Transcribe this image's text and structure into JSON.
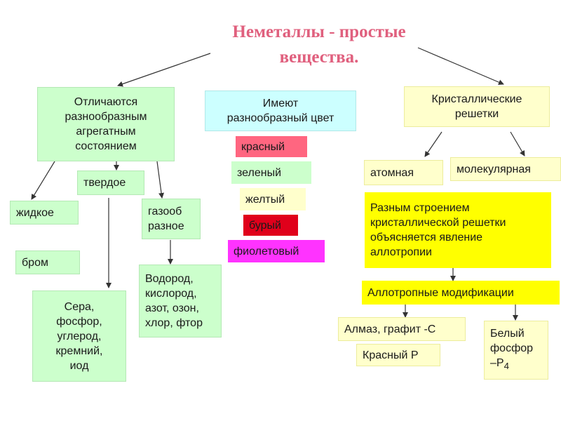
{
  "title": {
    "line1": "Неметаллы - простые",
    "line2": "вещества.",
    "color": "#e0607e"
  },
  "states": {
    "header": [
      "Отличаются",
      "разнообразным",
      "агрегатным",
      "состоянием"
    ],
    "liquid": "жидкое",
    "solid": "твердое",
    "gas": [
      "газооб",
      "разное"
    ],
    "liquid_example": "бром",
    "solid_examples": [
      "Сера,",
      "фосфор,",
      "углерод,",
      "кремний,",
      "иод"
    ],
    "gas_examples": [
      "Водород,",
      "кислород,",
      "азот, озон,",
      "хлор, фтор"
    ]
  },
  "colors": {
    "header": [
      "Имеют",
      "разнообразный цвет"
    ],
    "items": [
      "красный",
      "зеленый",
      "желтый",
      "бурый",
      "фиолетовый"
    ]
  },
  "lattices": {
    "header": [
      "Кристаллические",
      "решетки"
    ],
    "atomic": "атомная",
    "molecular": "молекулярная",
    "explanation": [
      "Разным строением",
      "кристаллической решетки",
      "объясняется явление",
      "аллотропии"
    ],
    "modifications": "Аллотропные модификации",
    "carbon": "Алмаз, графит -С",
    "red_p": "Красный Р",
    "white_p": [
      "Белый",
      "фосфор",
      "–Р"
    ],
    "white_p_sub": "4"
  }
}
